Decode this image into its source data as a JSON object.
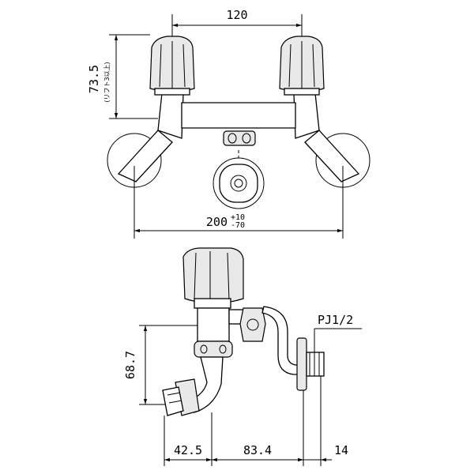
{
  "drawing": {
    "top_view": {
      "handle_spacing": "120",
      "height_label": "73.5",
      "height_note": "(リフト3以上)",
      "mount_width": "200",
      "tolerance_plus": "+10",
      "tolerance_minus": "-70"
    },
    "side_view": {
      "spout_height": "68.7",
      "thread_label": "PJ1/2",
      "spout_reach": "42.5",
      "body_depth": "83.4",
      "fitting_length": "14"
    }
  }
}
